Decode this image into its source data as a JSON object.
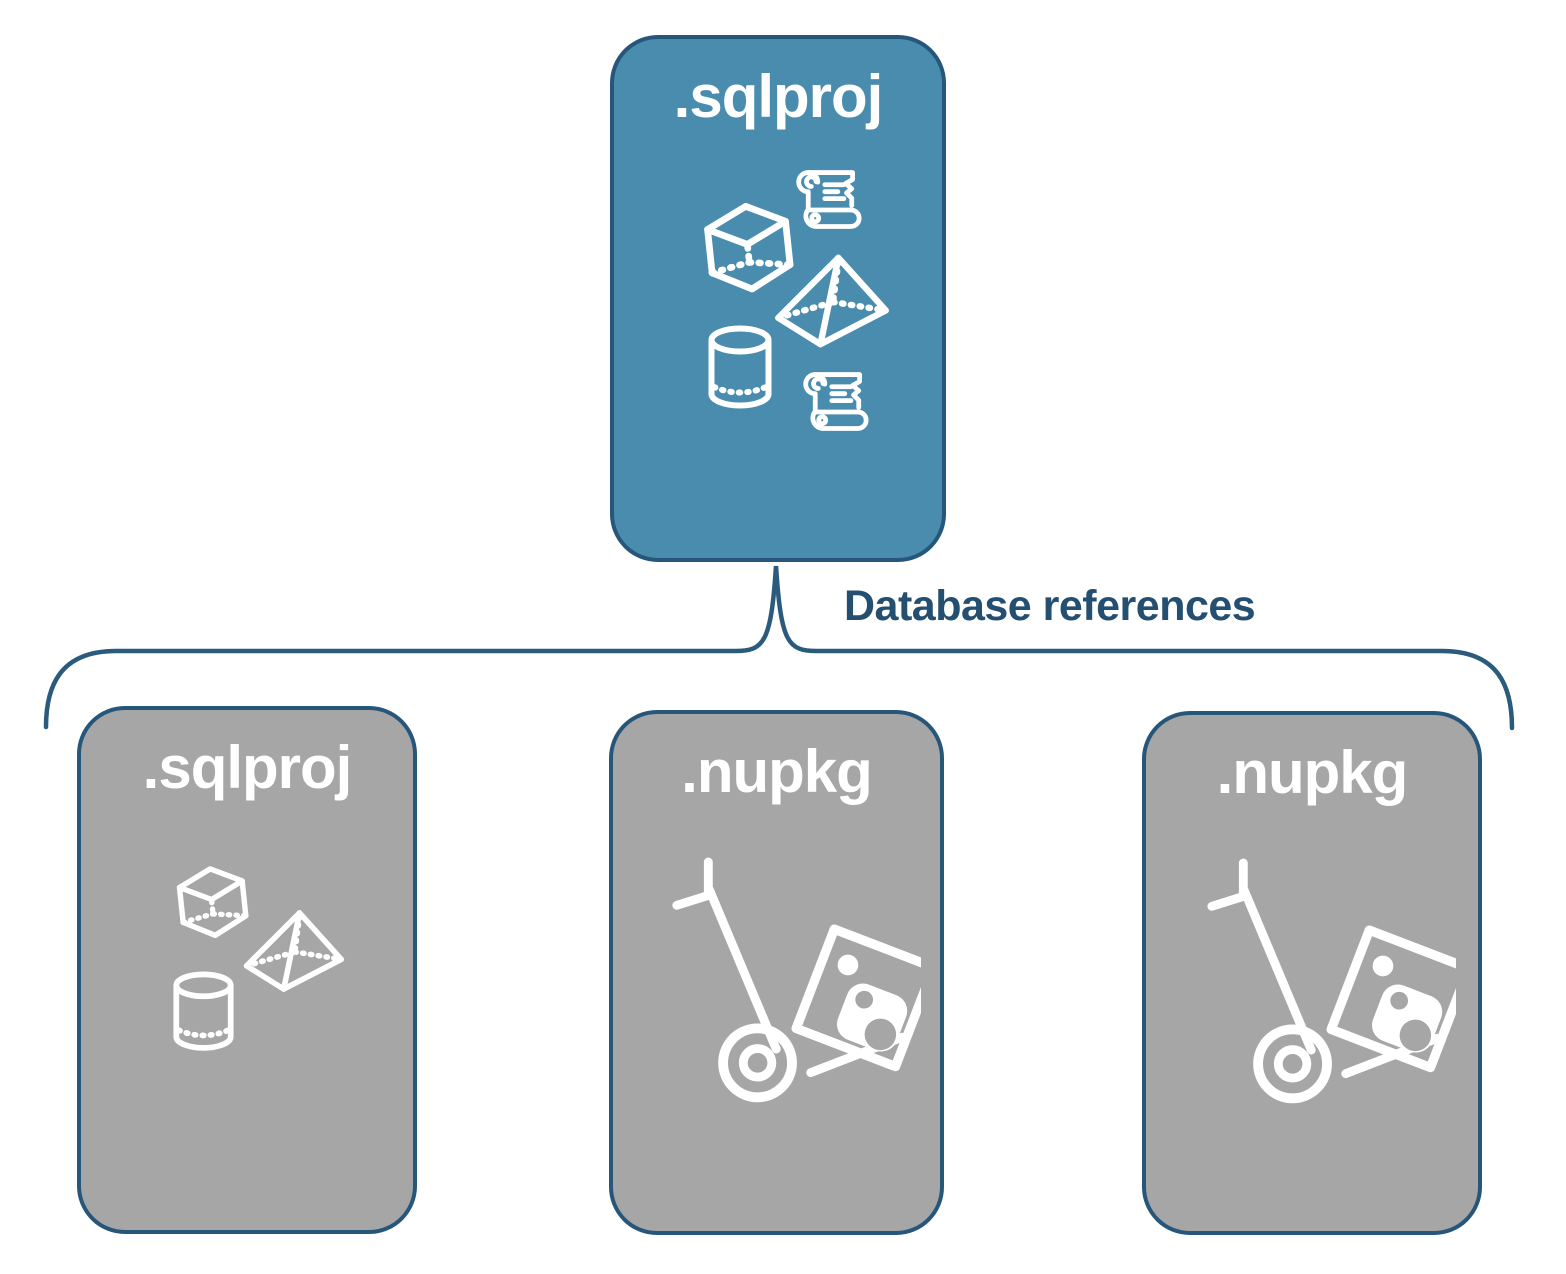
{
  "diagram": {
    "connector_label": "Database references",
    "cards": [
      {
        "id": "main-sqlproj",
        "label": ".sqlproj",
        "variant": "primary",
        "icons": [
          "scroll-icon",
          "cube-icon",
          "pyramid-icon",
          "cylinder-icon",
          "scroll-icon"
        ]
      },
      {
        "id": "reference-sqlproj",
        "label": ".sqlproj",
        "variant": "reference",
        "icons": [
          "cube-icon",
          "pyramid-icon",
          "cylinder-icon"
        ]
      },
      {
        "id": "reference-nupkg-1",
        "label": ".nupkg",
        "variant": "reference",
        "icons": [
          "handtruck-package-icon"
        ]
      },
      {
        "id": "reference-nupkg-2",
        "label": ".nupkg",
        "variant": "reference",
        "icons": [
          "handtruck-package-icon"
        ]
      }
    ],
    "colors": {
      "primary_card_fill": "#4A8CAD",
      "reference_card_fill": "#A6A6A6",
      "card_border": "#27567B",
      "connector_line": "#2A5A7C",
      "connector_label_text": "#254F70",
      "icon_and_title": "#FFFFFF",
      "background": "#FFFFFF"
    }
  }
}
